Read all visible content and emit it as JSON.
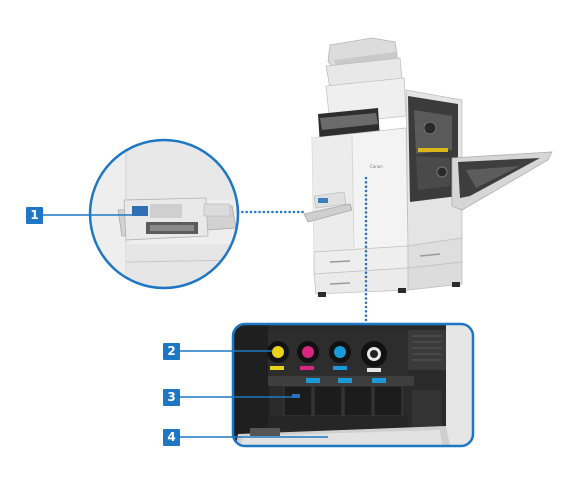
{
  "callouts": [
    {
      "number": "1"
    },
    {
      "number": "2"
    },
    {
      "number": "3"
    },
    {
      "number": "4"
    }
  ],
  "printer": {
    "brand_label": "Canon"
  },
  "colors": {
    "accent": "#1e77c4",
    "toner_yellow": "#e8d21c",
    "toner_magenta": "#d8277f",
    "toner_cyan": "#1a9ad6",
    "toner_black": "#222222"
  }
}
